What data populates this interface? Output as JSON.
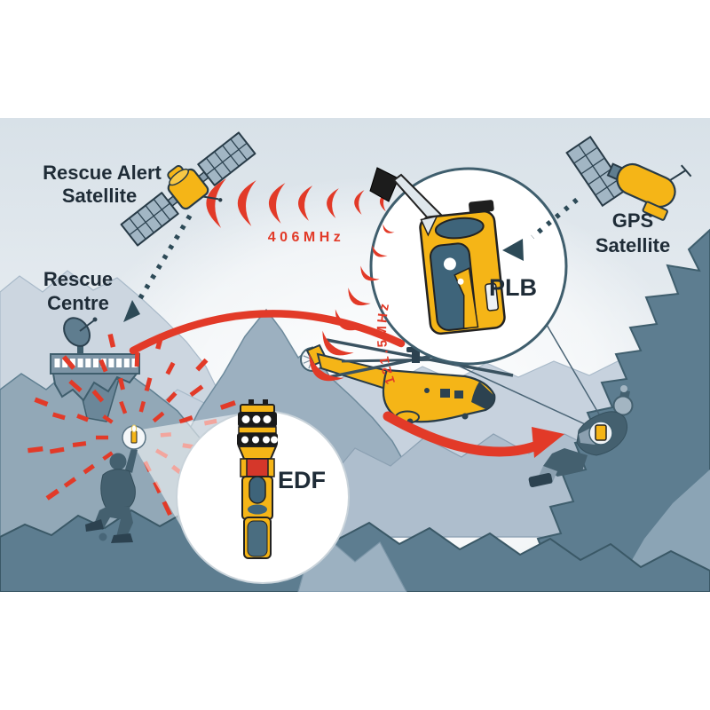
{
  "illustration": {
    "description": "Mountain rescue distress beacon and flare signalling diagram",
    "labels": {
      "rescue_alert_satellite_line1": "Rescue Alert",
      "rescue_alert_satellite_line2": "Satellite",
      "rescue_centre_line1": "Rescue",
      "rescue_centre_line2": "Centre",
      "gps_satellite_line1": "GPS",
      "gps_satellite_line2": "Satellite",
      "plb": "PLB",
      "edf": "EDF",
      "frequency_406": "406MHz",
      "frequency_121_5": "121.5MHz"
    }
  },
  "colors": {
    "signal_red": "#e23a28",
    "device_yellow": "#f5b517",
    "label_dark": "#1f2c37",
    "outline_slate": "#3f5e6d",
    "arrow_teal": "#2d4a57",
    "mountain_dark": "#5d7d90",
    "mountain_medium": "#93a9b8",
    "mountain_light": "#c7d2de",
    "panel_slate": "#3e647a",
    "sky_light": "#dae2e9"
  }
}
